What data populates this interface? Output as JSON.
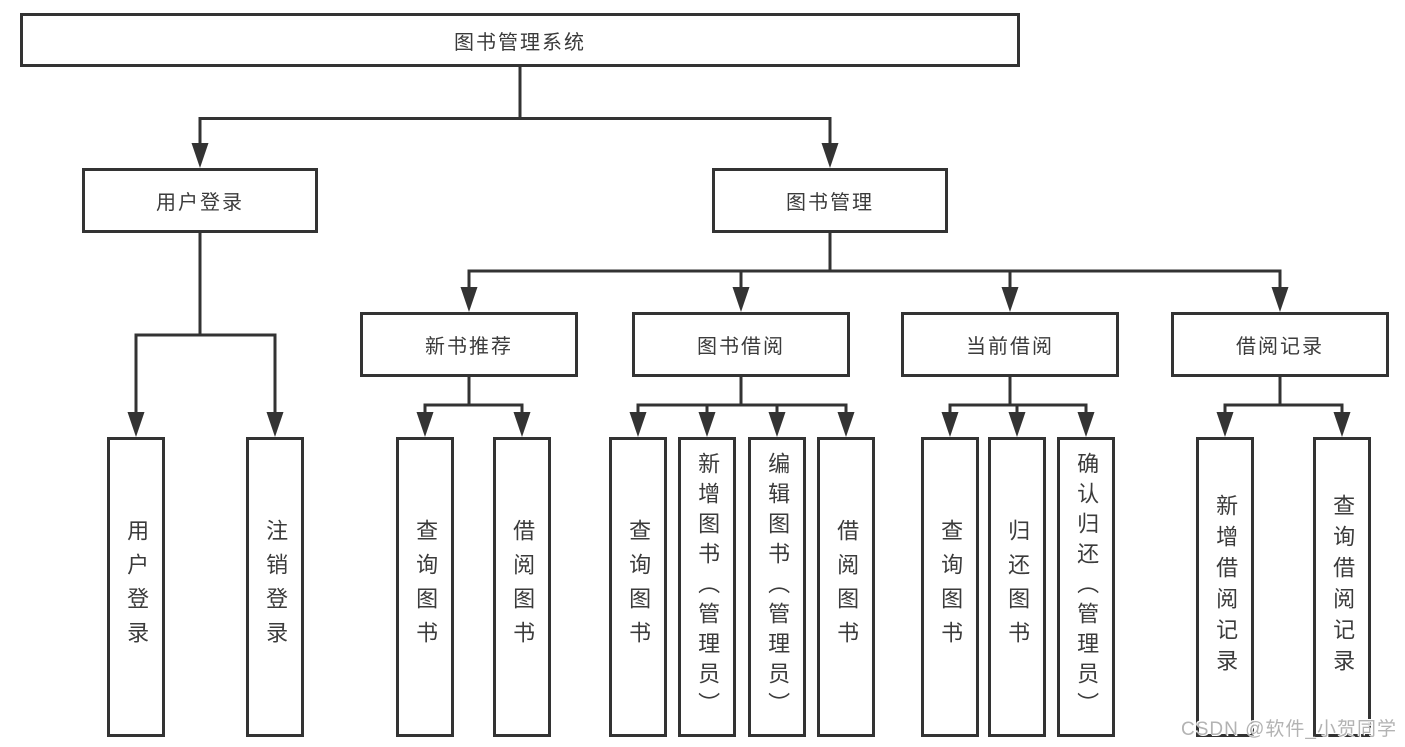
{
  "colors": {
    "background": "#ffffff",
    "line": "#333333",
    "box_border": "#333333",
    "text": "#3b3b3b",
    "watermark": "#b3b3b3"
  },
  "tree": {
    "root": {
      "label": "图书管理系统"
    },
    "branches": [
      {
        "label": "用户登录",
        "leaves": [
          {
            "label": "用户登录"
          },
          {
            "label": "注销登录"
          }
        ]
      },
      {
        "label": "图书管理",
        "groups": [
          {
            "label": "新书推荐",
            "leaves": [
              {
                "label": "查询图书"
              },
              {
                "label": "借阅图书"
              }
            ]
          },
          {
            "label": "图书借阅",
            "leaves": [
              {
                "label": "查询图书"
              },
              {
                "label": "新增图书（管理员）"
              },
              {
                "label": "编辑图书（管理员）"
              },
              {
                "label": "借阅图书"
              }
            ]
          },
          {
            "label": "当前借阅",
            "leaves": [
              {
                "label": "查询图书"
              },
              {
                "label": "归还图书"
              },
              {
                "label": "确认归还（管理员）"
              }
            ]
          },
          {
            "label": "借阅记录",
            "leaves": [
              {
                "label": "新增借阅记录"
              },
              {
                "label": "查询借阅记录"
              }
            ]
          }
        ]
      }
    ]
  },
  "watermark": {
    "text": "CSDN @软件_小贺同学"
  }
}
